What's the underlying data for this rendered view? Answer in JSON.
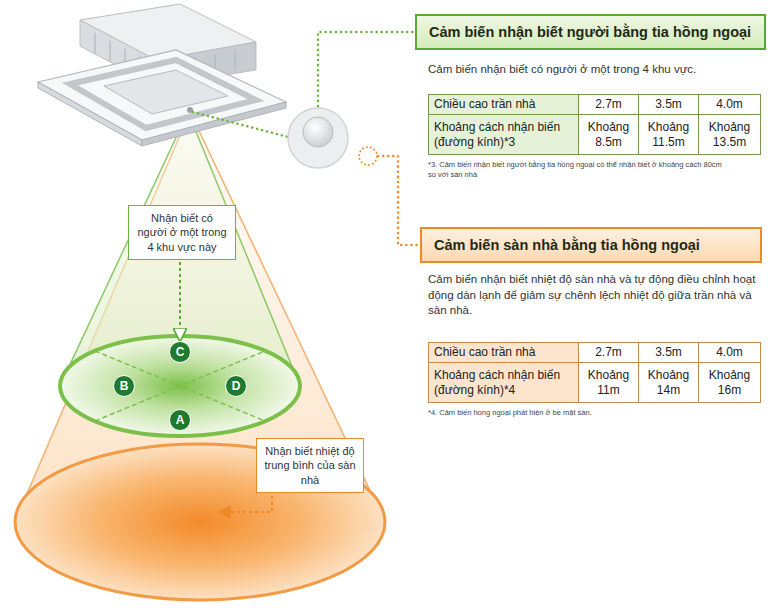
{
  "diagram": {
    "nodes": [
      {
        "text": [
          "Cảm biến nhận biết người bằng tia hồng ngoại"
        ]
      },
      {
        "text": [
          "Nhận biết có người ở một trong 4 khu vực này"
        ]
      },
      {
        "text": [
          "C"
        ]
      },
      {
        "text": [
          "B"
        ]
      },
      {
        "text": [
          "D"
        ]
      },
      {
        "text": [
          "A"
        ]
      },
      {
        "text": [
          "Cảm biến sàn nhà bằng tia hồng ngoại"
        ]
      },
      {
        "text": [
          "Nhận biết nhiệt độ trung bình của sàn nhà"
        ]
      }
    ],
    "edges": [
      {
        "from": 1,
        "to": 2,
        "arrow": "to"
      }
    ],
    "labels": [
      "Cảm biến nhận biết có người ở một trong 4 khu vực.",
      "Chiều cao trần nhà",
      "2.7m",
      "3.5m",
      "4.0m",
      "Khoảng cách nhận biến (đường kính)*3",
      "Khoảng 8.5m",
      "Khoảng 11.5m",
      "Khoảng 13.5m",
      "*3. Cảm biến nhận biết người bằng tia hồng ngoại có thể nhận biết ở khoảng cách 80cm so với sàn nhà",
      "Cảm biến nhận biết nhiệt độ sàn nhà và tự động điều chỉnh hoạt động dàn lạnh để giảm sự chênh lệch nhiệt độ giữa trần nhà và sàn nhà.",
      "Chiều cao trần nhà",
      "2.7m",
      "3.5m",
      "4.0m",
      "Khoảng cách nhận biến (đường kính)*4",
      "Khoảng 11m",
      "Khoảng 14m",
      "Khoảng 16m",
      "*4. Cảm biến hồng ngoại phát hiện ở bề mặt sàn."
    ]
  }
}
